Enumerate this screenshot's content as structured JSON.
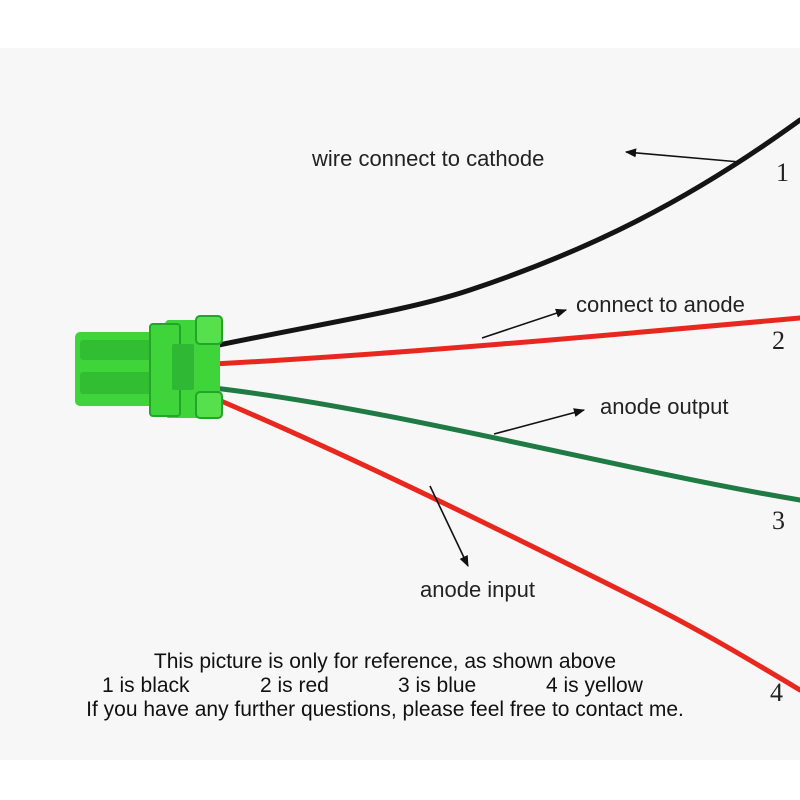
{
  "labels": {
    "wire1": "wire connect to cathode",
    "wire2": "connect to anode",
    "wire3": "anode output",
    "wire4": "anode input"
  },
  "numbers": [
    "1",
    "2",
    "3",
    "4"
  ],
  "note": {
    "line1": "This picture is  only for reference, as shown above",
    "legend": [
      "1 is black",
      "2 is red",
      "3 is blue",
      "4 is yellow"
    ],
    "line3": "If you have any further questions, please feel free to contact me."
  },
  "colors": {
    "wire_black": "#141414",
    "wire_red": "#e8281e",
    "wire_green": "#1f7a44",
    "connector": "#3fd43a",
    "connector_dark": "#23a52a",
    "background": "#f7f7f7"
  }
}
